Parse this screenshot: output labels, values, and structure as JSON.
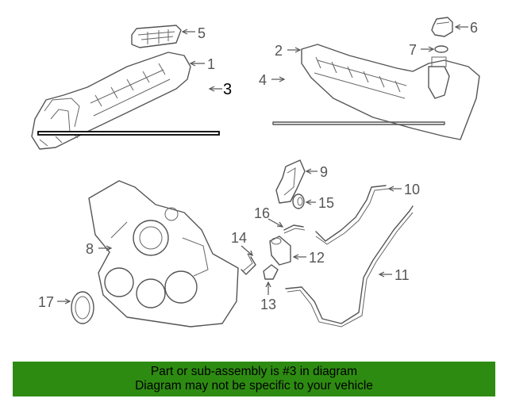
{
  "diagram": {
    "callouts": [
      {
        "id": "1",
        "label": "1"
      },
      {
        "id": "2",
        "label": "2"
      },
      {
        "id": "3",
        "label": "3"
      },
      {
        "id": "4",
        "label": "4"
      },
      {
        "id": "5",
        "label": "5"
      },
      {
        "id": "6",
        "label": "6"
      },
      {
        "id": "7",
        "label": "7"
      },
      {
        "id": "8",
        "label": "8"
      },
      {
        "id": "9",
        "label": "9"
      },
      {
        "id": "10",
        "label": "10"
      },
      {
        "id": "11",
        "label": "11"
      },
      {
        "id": "12",
        "label": "12"
      },
      {
        "id": "13",
        "label": "13"
      },
      {
        "id": "14",
        "label": "14"
      },
      {
        "id": "15",
        "label": "15"
      },
      {
        "id": "16",
        "label": "16"
      },
      {
        "id": "17",
        "label": "17"
      }
    ],
    "highlighted_part": "3"
  },
  "banner": {
    "line1": "Part or sub-assembly is #3 in diagram",
    "line2": "Diagram may not be specific to your vehicle",
    "color": "#2e8b12"
  }
}
